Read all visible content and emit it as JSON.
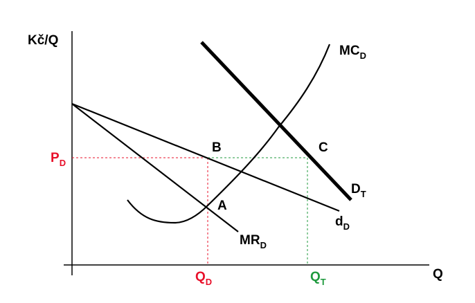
{
  "axes": {
    "y_label": "Kč/Q",
    "x_label": "Q"
  },
  "curves": {
    "mc": {
      "main": "MC",
      "sub": "D"
    },
    "demand_total": {
      "main": "D",
      "sub": "T"
    },
    "demand_firm": {
      "main": "d",
      "sub": "D"
    },
    "marginal_revenue": {
      "main": "MR",
      "sub": "D"
    }
  },
  "points": {
    "a": "A",
    "b": "B",
    "c": "C"
  },
  "markers": {
    "price": {
      "main": "P",
      "sub": "D"
    },
    "quantity_firm": {
      "main": "Q",
      "sub": "D"
    },
    "quantity_total": {
      "main": "Q",
      "sub": "T"
    }
  },
  "colors": {
    "curve": "#000000",
    "firm_marker": "#e8102a",
    "total_marker": "#1f9a3e"
  }
}
